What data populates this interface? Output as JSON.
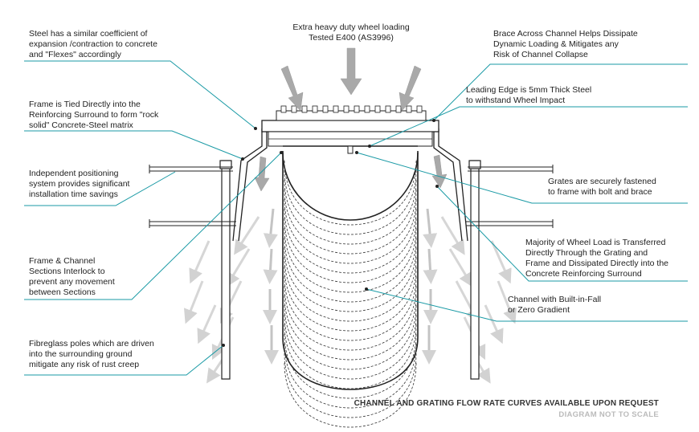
{
  "annotations": {
    "wheel_loading": "Extra heavy duty wheel loading\nTested E400 (AS3996)",
    "steel_coefficient": "Steel has a similar coefficient of\nexpansion /contraction to concrete\nand \"Flexes\" accordingly",
    "brace_channel": "Brace Across Channel Helps Dissipate\nDynamic Loading & Mitigates any\nRisk of Channel Collapse",
    "leading_edge": "Leading Edge is 5mm Thick Steel\nto withstand Wheel Impact",
    "frame_tied": "Frame is Tied Directly into the\nReinforcing Surround to form \"rock\nsolid\" Concrete-Steel matrix",
    "independent_positioning": "Independent positioning\nsystem provides significant\ninstallation time savings",
    "grates_fastened": "Grates are securely fastened\nto frame with bolt and brace",
    "frame_channel_interlock": "Frame & Channel\nSections  Interlock to\nprevent any movement\nbetween Sections",
    "wheel_load_transfer": "Majority of Wheel Load is Transferred\nDirectly Through the Grating and\nFrame and Dissipated Directly into the\nConcrete Reinforcing Surround",
    "channel_fall": "Channel with Built-in-Fall\nor Zero Gradient",
    "fibreglass_poles": "Fibreglass poles which are driven\ninto the surrounding ground\nmitigate any risk of rust creep"
  },
  "footer": {
    "flow_rate_note": "CHANNEL AND GRATING FLOW RATE CURVES AVAILABLE UPON REQUEST",
    "scale_note": "DIAGRAM NOT TO SCALE"
  },
  "colors": {
    "leader_line": "#1a9aa5",
    "arrow_grey": "#a9a9a9",
    "arrow_light": "#d5d5d5",
    "outline": "#222222"
  }
}
